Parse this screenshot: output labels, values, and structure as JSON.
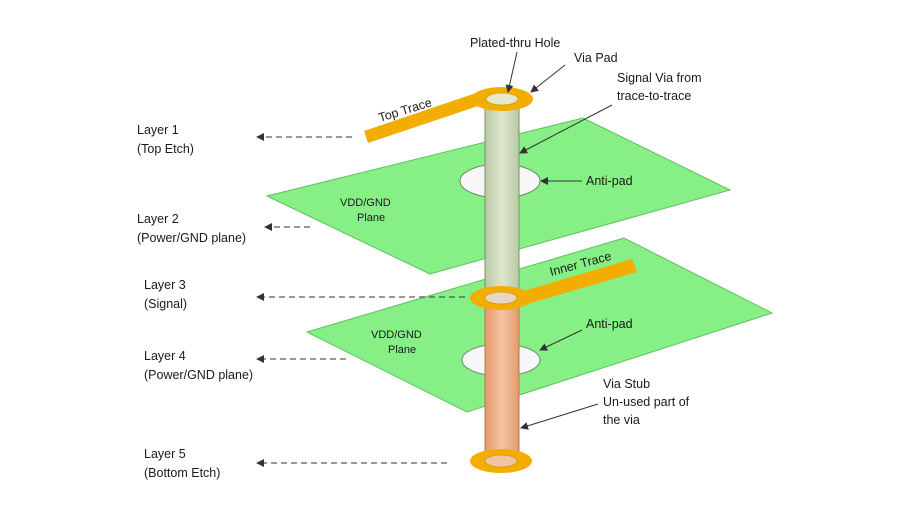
{
  "layers": [
    {
      "line1": "Layer 1",
      "line2": "(Top Etch)"
    },
    {
      "line1": "Layer 2",
      "line2": "(Power/GND plane)"
    },
    {
      "line1": "Layer 3",
      "line2": "(Signal)"
    },
    {
      "line1": "Layer 4",
      "line2": "(Power/GND plane)"
    },
    {
      "line1": "Layer 5",
      "line2": "(Bottom Etch)"
    }
  ],
  "planes": [
    {
      "line1": "VDD/GND",
      "line2": "Plane"
    },
    {
      "line1": "VDD/GND",
      "line2": "Plane"
    }
  ],
  "callouts": {
    "plated_thru_hole": "Plated-thru Hole",
    "via_pad": "Via Pad",
    "signal_via_line1": "Signal Via from",
    "signal_via_line2": "trace-to-trace",
    "anti_pad_upper": "Anti-pad",
    "anti_pad_lower": "Anti-pad",
    "via_stub_line1": "Via Stub",
    "via_stub_line2": "Un-used part of",
    "via_stub_line3": "the via"
  },
  "traces": {
    "top": "Top Trace",
    "inner": "Inner Trace"
  },
  "colors": {
    "plane_fill": "#86f086",
    "plane_stroke": "#5fbf5f",
    "pad": "#f2ad00",
    "pad_hole": "#fff2b8",
    "barrel_upper": "#cfdcc0",
    "barrel_lower": "#f1b48e",
    "antipad": "#f7f7f7"
  }
}
